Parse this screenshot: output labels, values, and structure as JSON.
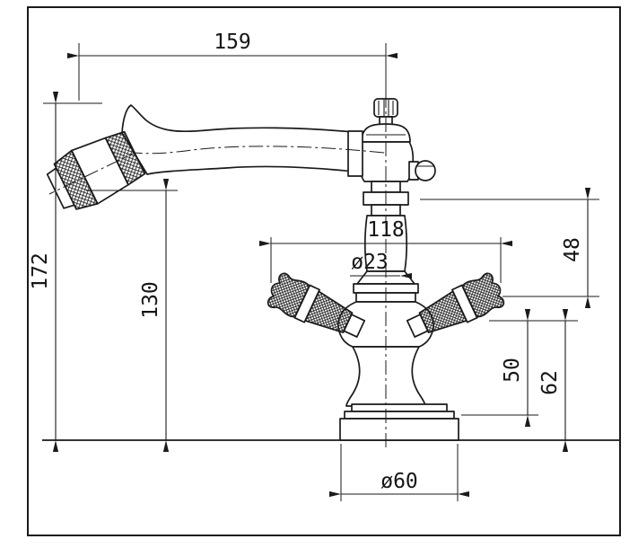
{
  "drawing": {
    "line_color": "#1a1a1a",
    "background": "#ffffff",
    "dims": {
      "spout_reach": "159",
      "overall_height": "172",
      "spout_outlet_height": "130",
      "handle_span": "118",
      "stem_diameter": "ø23",
      "neck_height": "48",
      "handle_to_base_top": "50",
      "handle_to_deck": "62",
      "base_diameter": "ø60"
    }
  }
}
